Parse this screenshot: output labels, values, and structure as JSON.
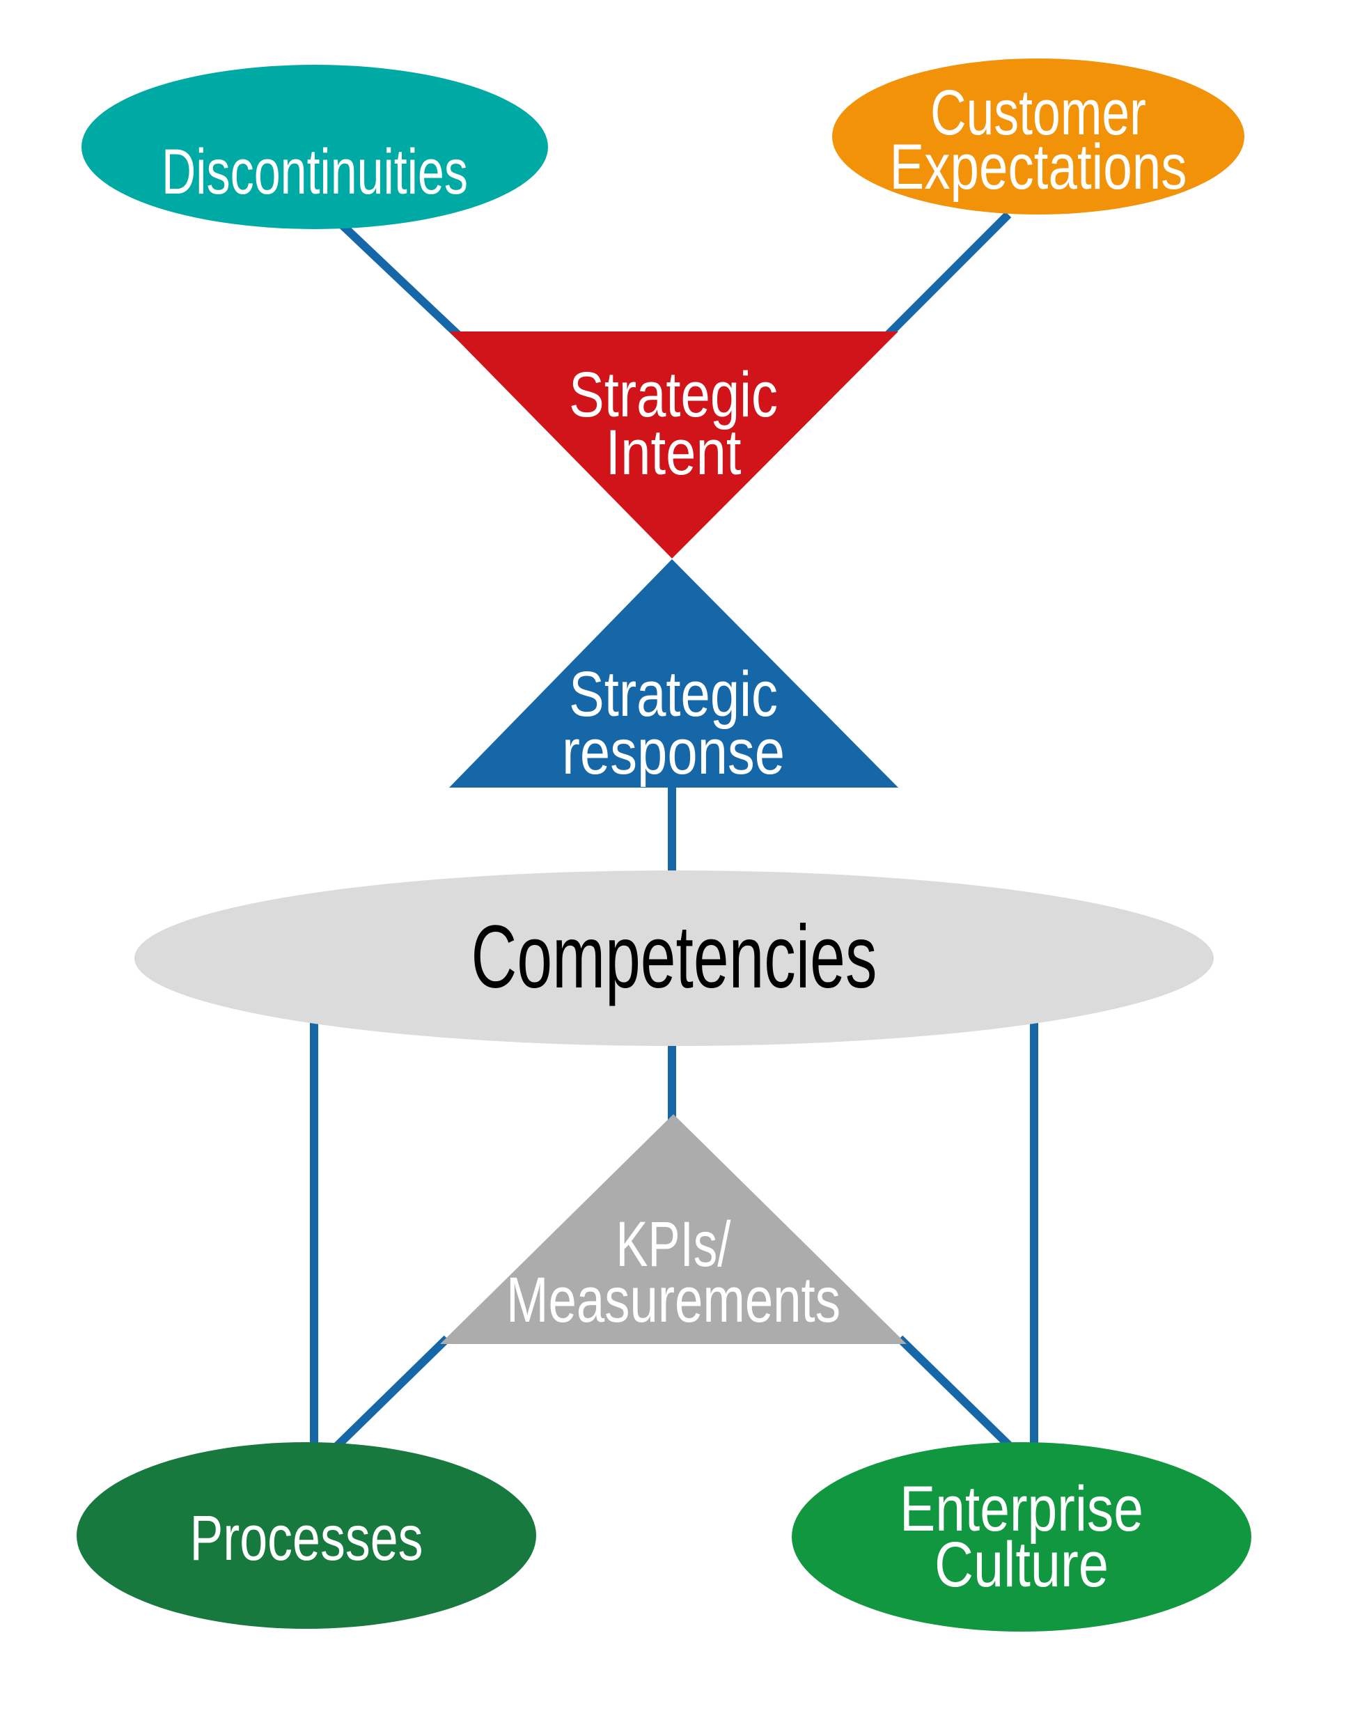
{
  "diagram": {
    "colors": {
      "background": "#FFFFFF",
      "connector": "#1667A8"
    },
    "nodes": {
      "discontinuities": {
        "shape": "ellipse",
        "label": "Discontinuities",
        "fill": "#00AAA4",
        "text_color": "#FFFFFF"
      },
      "customer_expectations": {
        "shape": "ellipse",
        "lines": [
          "Customer",
          "Expectations"
        ],
        "fill": "#F29208",
        "text_color": "#FFFFFF"
      },
      "strategic_intent": {
        "shape": "triangle-down",
        "lines": [
          "Strategic",
          "Intent"
        ],
        "fill": "#D1131A",
        "text_color": "#FFFFFF"
      },
      "strategic_response": {
        "shape": "triangle-up",
        "lines": [
          "Strategic",
          "response"
        ],
        "fill": "#1667A8",
        "text_color": "#FFFFFF"
      },
      "competencies": {
        "shape": "ellipse",
        "label": "Competencies",
        "fill": "#DBDBDB",
        "text_color": "#000000"
      },
      "kpis_measurements": {
        "shape": "triangle-up",
        "lines": [
          "KPIs/",
          "Measurements"
        ],
        "fill": "#ACACAC",
        "text_color": "#FFFFFF"
      },
      "processes": {
        "shape": "ellipse",
        "label": "Processes",
        "fill": "#17793E",
        "text_color": "#FFFFFF"
      },
      "enterprise_culture": {
        "shape": "ellipse",
        "lines": [
          "Enterprise",
          "Culture"
        ],
        "fill": "#11973F",
        "text_color": "#FFFFFF"
      }
    }
  }
}
